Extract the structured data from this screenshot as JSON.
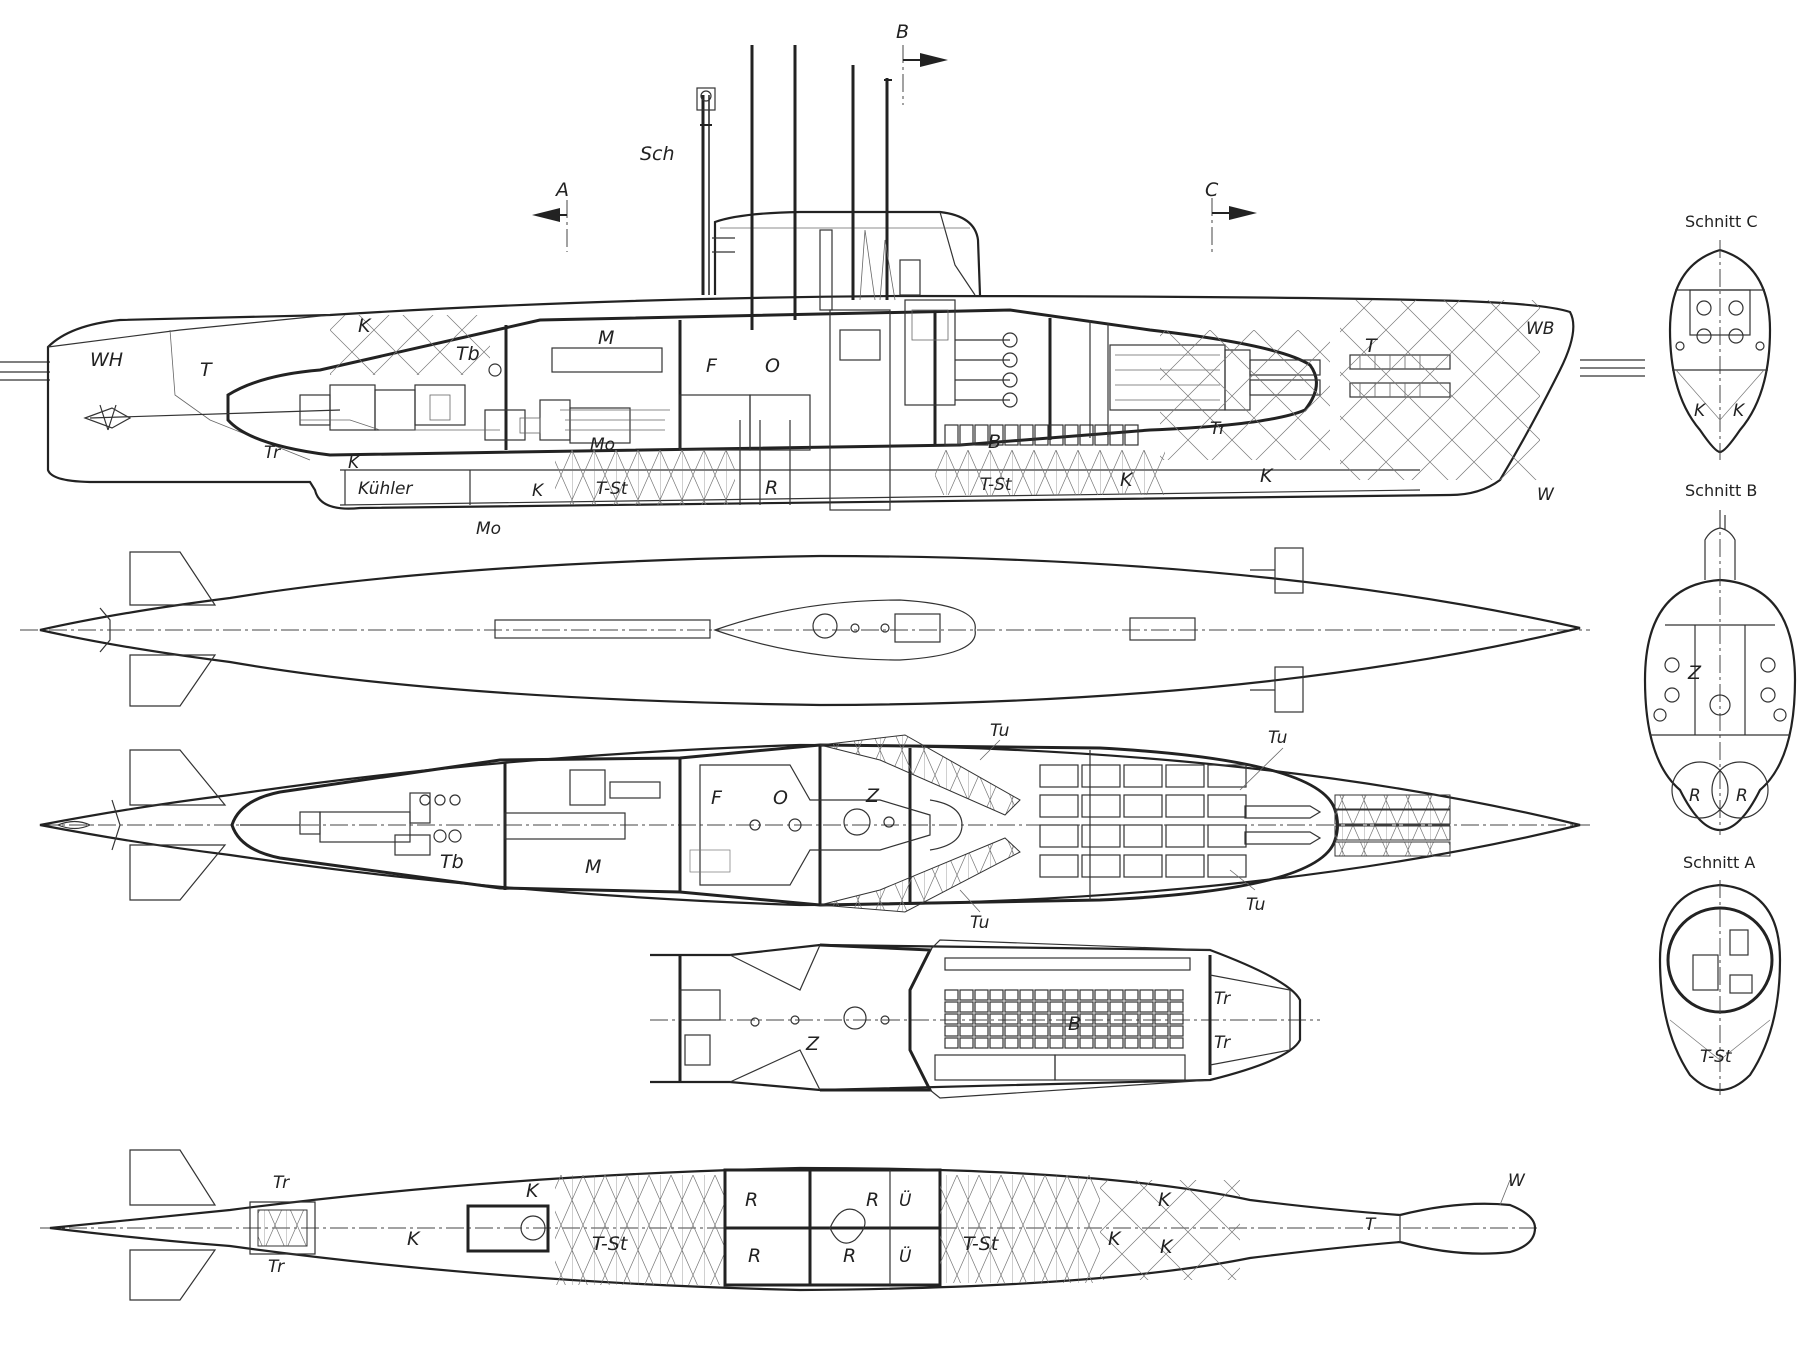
{
  "colors": {
    "ink": "#222222",
    "paper": "#ffffff"
  },
  "section_marks": {
    "a": "A",
    "b": "B",
    "c": "C"
  },
  "side_view": {
    "labels": {
      "sch": "Sch",
      "wh": "WH",
      "t_aft": "T",
      "k_top": "K",
      "tb": "Tb",
      "m": "M",
      "f": "F",
      "o": "O",
      "tr": "Tr",
      "k_low": "K",
      "kuehler": "Kühler",
      "mo_a": "Mo",
      "mo_b": "Mo",
      "k_mid": "K",
      "t_st_a": "T-St",
      "r": "R",
      "b": "B",
      "tr_fwd": "Tr",
      "t_st_b": "T-St",
      "k_a": "K",
      "k_b": "K",
      "t_fwd": "T",
      "wb": "WB",
      "w": "W"
    }
  },
  "main_deck": {
    "labels": {
      "tu_1": "Tu",
      "tu_2": "Tu",
      "tu_3": "Tu",
      "tu_4": "Tu",
      "f": "F",
      "o": "O",
      "z": "Z",
      "tb": "Tb",
      "m": "M"
    }
  },
  "lower_deck": {
    "labels": {
      "z": "Z",
      "b": "B",
      "tr_1": "Tr",
      "tr_2": "Tr"
    }
  },
  "bottom_view": {
    "labels": {
      "tr_1": "Tr",
      "tr_2": "Tr",
      "k_a": "K",
      "k_b": "K",
      "t_st_a": "T-St",
      "r_a": "R",
      "r_b": "R",
      "r_c": "R",
      "r_d": "R",
      "u_a": "Ü",
      "u_b": "Ü",
      "t_st_b": "T-St",
      "k_c": "K",
      "k_d": "K",
      "k_e": "K",
      "t": "T",
      "w": "W"
    }
  },
  "sections": {
    "c": {
      "title": "Schnitt C",
      "k_a": "K",
      "k_b": "K"
    },
    "b": {
      "title": "Schnitt B",
      "z": "Z",
      "r_a": "R",
      "r_b": "R"
    },
    "a": {
      "title": "Schnitt A",
      "t_st": "T-St"
    }
  }
}
